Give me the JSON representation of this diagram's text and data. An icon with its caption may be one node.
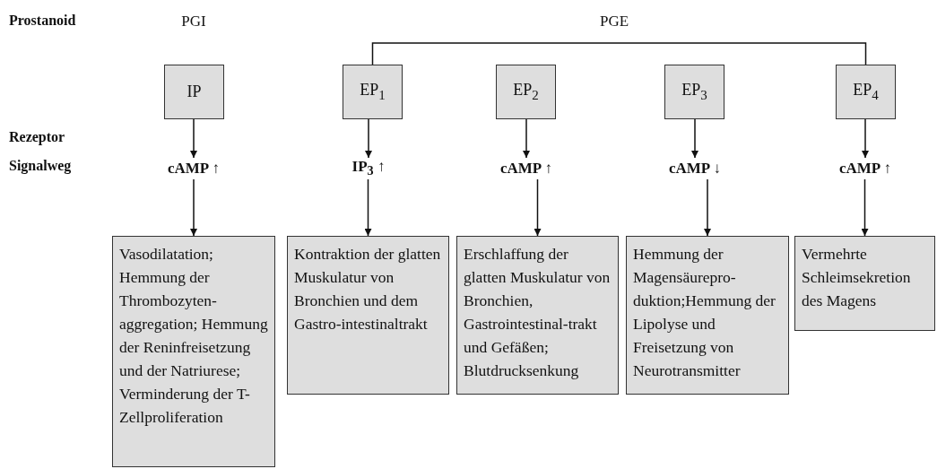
{
  "diagram": {
    "nodes": [
      {
        "text": [
          "PGI"
        ]
      },
      {
        "text": [
          "PGE"
        ]
      },
      {
        "text": [
          "IP"
        ]
      },
      {
        "text": [
          "EP$_{1}$"
        ]
      },
      {
        "text": [
          "EP$_{2}$"
        ]
      },
      {
        "text": [
          "EP$_{3}$"
        ]
      },
      {
        "text": [
          "EP$_{4}$"
        ]
      },
      {
        "text": [
          "cAMP ↑"
        ]
      },
      {
        "text": [
          "IP$_{3}$ ↑"
        ]
      },
      {
        "text": [
          "cAMP ↑"
        ]
      },
      {
        "text": [
          "cAMP ↓"
        ]
      },
      {
        "text": [
          "cAMP ↑"
        ]
      },
      {
        "text": [
          "Vasodilatation; Hemmung der Thrombozyten-aggregation; Hemmung der Reninfreisetzung und der Natriurese; Verminderung der T-Zellproliferation"
        ]
      },
      {
        "text": [
          "Kontraktion der glatten Muskulatur von Bronchien und dem Gastro-intestinaltrakt"
        ]
      },
      {
        "text": [
          "Erschlaffung der glatten Muskulatur von Bronchien, Gastrointestinal-trakt und Gefäßen; Blutdrucksenkung"
        ]
      },
      {
        "text": [
          "Hemmung der Magensäurepro-duktion;Hemmung der Lipolyse und Freisetzung von Neurotransmitter"
        ]
      },
      {
        "text": [
          "Vermehrte Schleimsekretion des Magens"
        ]
      }
    ],
    "edges": [
      {
        "from": 1,
        "to": 3,
        "arrow": "none"
      },
      {
        "from": 1,
        "to": 6,
        "arrow": "none"
      },
      {
        "from": 2,
        "to": 7,
        "arrow": "to"
      },
      {
        "from": 3,
        "to": 8,
        "arrow": "to"
      },
      {
        "from": 4,
        "to": 9,
        "arrow": "to"
      },
      {
        "from": 5,
        "to": 10,
        "arrow": "to"
      },
      {
        "from": 6,
        "to": 11,
        "arrow": "to"
      },
      {
        "from": 7,
        "to": 12,
        "arrow": "to"
      },
      {
        "from": 8,
        "to": 13,
        "arrow": "to"
      },
      {
        "from": 9,
        "to": 14,
        "arrow": "to"
      },
      {
        "from": 10,
        "to": 15,
        "arrow": "to"
      },
      {
        "from": 11,
        "to": 16,
        "arrow": "to"
      }
    ],
    "labels": [
      "Prostanoid",
      "Rezeptor",
      "Signalweg"
    ]
  }
}
